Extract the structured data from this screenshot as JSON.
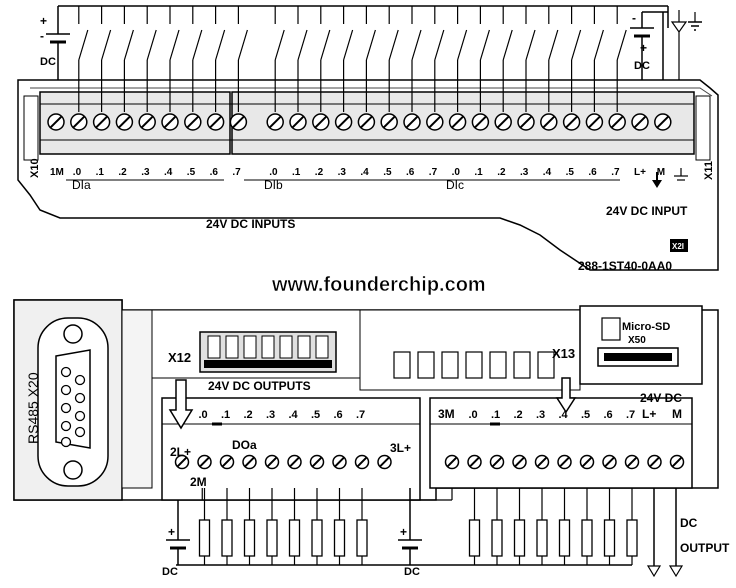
{
  "top": {
    "inputs_title": "24V DC INPUTS",
    "input_psu_title": "24V DC INPUT",
    "part_number": "288-1ST40-0AA0",
    "conn_left": "X10",
    "conn_right": "X11",
    "dc_left": "DC",
    "dc_right": "DC",
    "plus": "+",
    "minus": "-",
    "group_labels": [
      "DIa",
      "DIb",
      "DIc"
    ],
    "terminals": [
      "1M",
      ".0",
      ".1",
      ".2",
      ".3",
      ".4",
      ".5",
      ".6",
      ".7",
      ".0",
      ".1",
      ".2",
      ".3",
      ".4",
      ".5",
      ".6",
      ".7",
      ".0",
      ".1",
      ".2",
      ".3",
      ".4",
      ".5",
      ".6",
      ".7",
      "L+",
      "M"
    ],
    "logo_text": "X2I"
  },
  "watermark": "www.founderchip.com",
  "bottom": {
    "rs485_label": "RS485 X20",
    "x12": "X12",
    "x13": "X13",
    "outputs_title": "24V DC OUTPUTS",
    "sd_label": "Micro-SD",
    "sd_slot": "X50",
    "psu_title": "24V DC",
    "doa": "DOa",
    "m2": "2M",
    "l2": "2L+",
    "l3": "3L+",
    "m3": "3M",
    "lplus": "L+",
    "m": "M",
    "terminals_a": [
      ".0",
      ".1",
      ".2",
      ".3",
      ".4",
      ".5",
      ".6",
      ".7"
    ],
    "terminals_b": [
      ".0",
      ".1",
      ".2",
      ".3",
      ".4",
      ".5",
      ".6",
      ".7"
    ],
    "dc_output_1": "DC",
    "dc_output_2": "OUTPUT",
    "dc_left": "DC",
    "dc_mid": "DC"
  }
}
